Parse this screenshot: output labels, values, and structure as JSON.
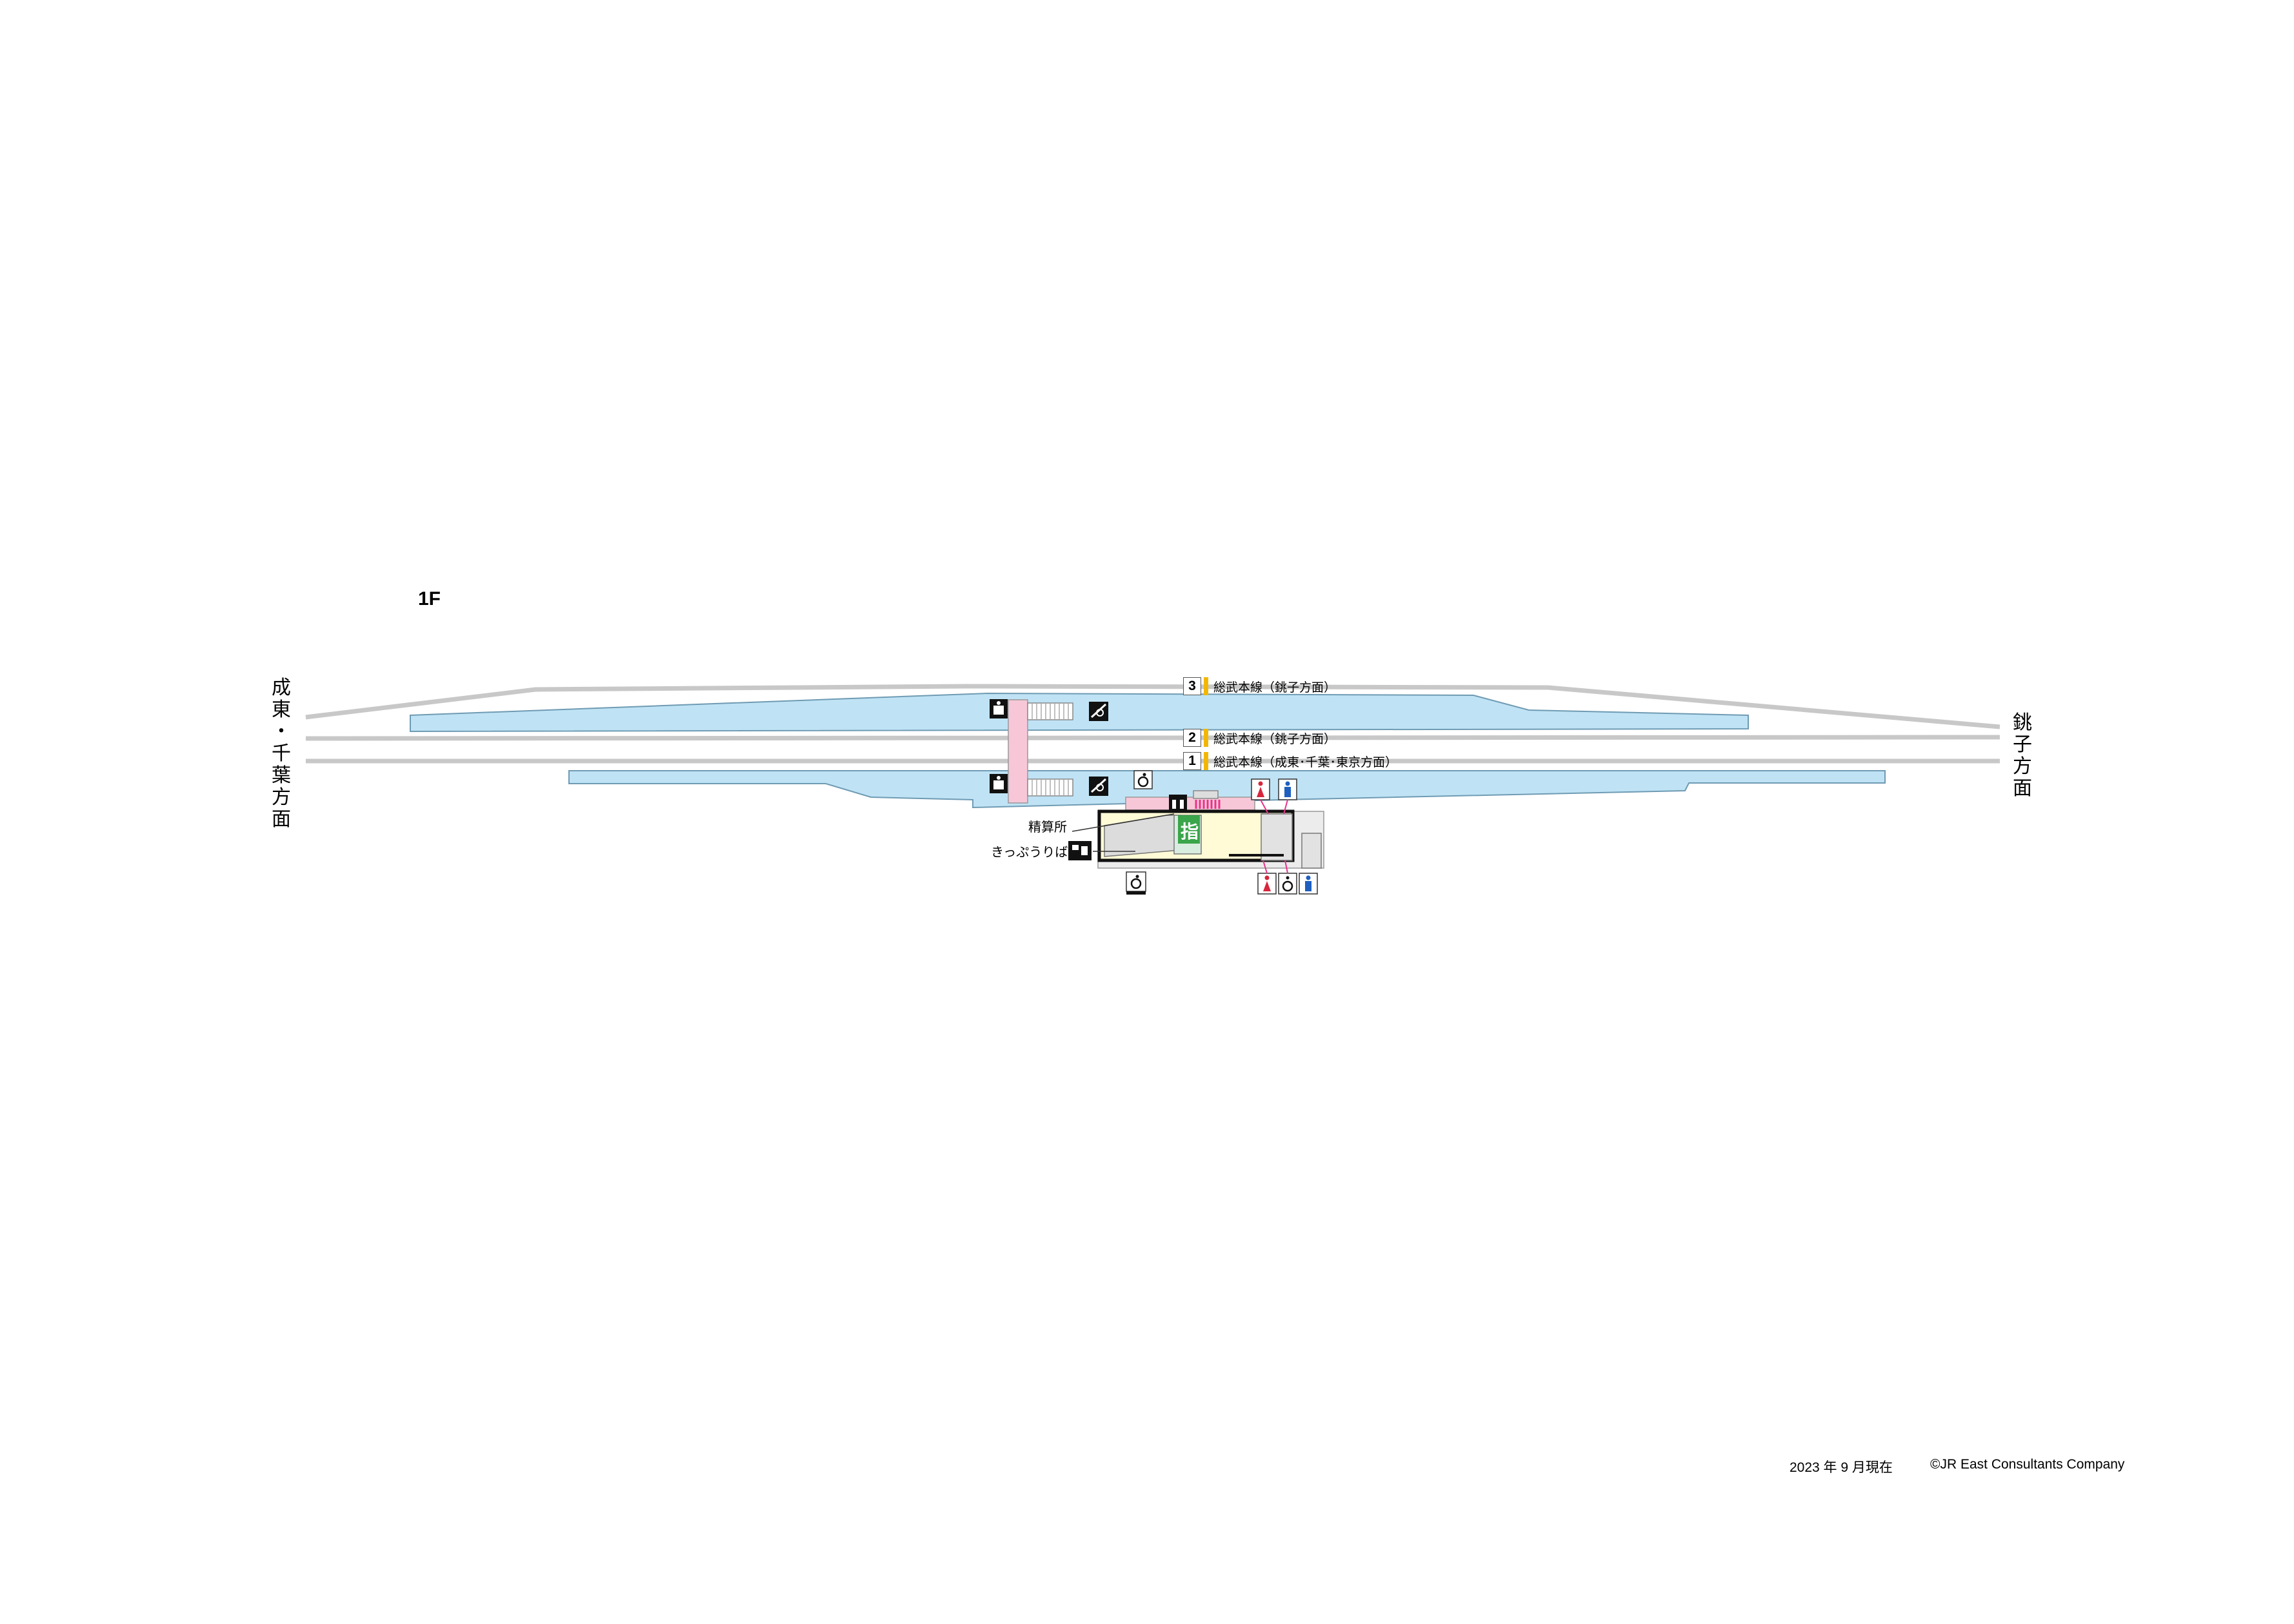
{
  "floor_label": "1F",
  "directions": {
    "left": [
      "成",
      "東",
      "・",
      "千",
      "葉",
      "方",
      "面"
    ],
    "right": [
      "銚",
      "子",
      "方",
      "面"
    ]
  },
  "tracks": [
    {
      "number": "3",
      "line": "総武本線（銚子方面）"
    },
    {
      "number": "2",
      "line": "総武本線（銚子方面）"
    },
    {
      "number": "1",
      "line": "総武本線（成東･千葉･東京方面）"
    }
  ],
  "facilities": {
    "fare_adjustment": "精算所",
    "ticket_office": "きっぷうりば",
    "reserved_seat_sign": "指"
  },
  "icons": [
    "stairs-icon",
    "wheelchair-lift-icon",
    "ticket-gate-icon",
    "elevator-icon",
    "ticket-vending-icon",
    "toilet-male-icon",
    "toilet-female-icon",
    "accessible-toilet-icon",
    "wheelchair-icon"
  ],
  "footer": {
    "date": "2023 年 9 月現在",
    "copyright": "©JR East Consultants Company"
  },
  "colors": {
    "platform": "#bfe3f5",
    "platform_stroke": "#6f9bb3",
    "concourse": "#f7c7d8",
    "station_building": "#fffbd6",
    "track": "#c8c8c8",
    "reserved_seat": "#3aa54a",
    "accent_yellow": "#f2b705",
    "toilet_female": "#d7263d",
    "toilet_male": "#1f5fbf",
    "tactile_path": "#e8338a"
  }
}
